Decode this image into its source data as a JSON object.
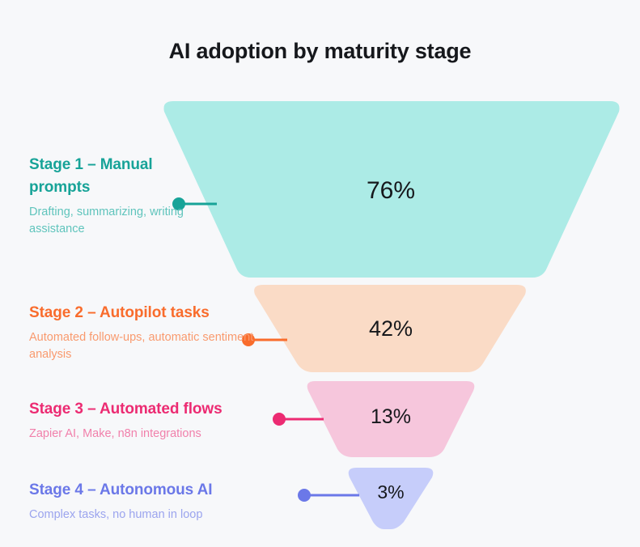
{
  "chart_data": {
    "type": "bar",
    "subtype": "funnel",
    "title": "AI adoption by maturity stage",
    "xlabel": "",
    "ylabel": "",
    "categories": [
      "Stage 1 – Manual prompts",
      "Stage 2 – Autopilot tasks",
      "Stage 3 – Automated flows",
      "Stage 4 – Autonomous AI"
    ],
    "values": [
      76,
      42,
      13,
      3
    ],
    "value_labels": [
      "76%",
      "42%",
      "13%",
      "3%"
    ],
    "unit": "%",
    "ylim": [
      0,
      100
    ],
    "grid": false,
    "legend": "none",
    "stages": [
      {
        "title": "Stage 1 – Manual prompts",
        "description": "Drafting, summarizing, writing assistance",
        "value": 76,
        "value_label": "76%",
        "fill": "#ACEBE6",
        "accent": "#17A398",
        "desc_color": "#5FC4BC"
      },
      {
        "title": "Stage 2 – Autopilot tasks",
        "description": "Automated follow-ups, automatic sentiment analysis",
        "value": 42,
        "value_label": "42%",
        "fill": "#FADBC6",
        "accent": "#F96C2C",
        "desc_color": "#F99A6E"
      },
      {
        "title": "Stage 3 – Automated flows",
        "description": "Zapier AI, Make, n8n integrations",
        "value": 13,
        "value_label": "13%",
        "fill": "#F6C6DC",
        "accent": "#EC2B72",
        "desc_color": "#F180AB"
      },
      {
        "title": "Stage 4 – Autonomous AI",
        "description": "Complex tasks, no human in loop",
        "value": 3,
        "value_label": "3%",
        "fill": "#C6CDFA",
        "accent": "#6B78E8",
        "desc_color": "#9BA4EE"
      }
    ]
  },
  "canvas": {
    "background": "#F7F8FA",
    "text_color": "#16181C"
  }
}
